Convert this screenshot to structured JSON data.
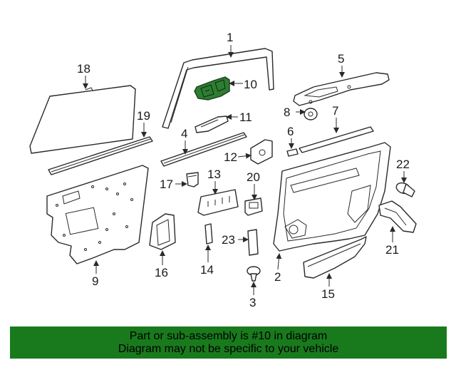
{
  "colors": {
    "highlight": "#2e7d32",
    "banner": "#197a1d",
    "line": "#2a2a2a"
  },
  "highlighted_part": "10",
  "callouts": {
    "c1": "1",
    "c2": "2",
    "c3": "3",
    "c4": "4",
    "c5": "5",
    "c6": "6",
    "c7": "7",
    "c8": "8",
    "c9": "9",
    "c10": "10",
    "c11": "11",
    "c12": "12",
    "c13": "13",
    "c14": "14",
    "c15": "15",
    "c16": "16",
    "c17": "17",
    "c18": "18",
    "c19": "19",
    "c20": "20",
    "c21": "21",
    "c22": "22",
    "c23": "23"
  },
  "banner": {
    "line1": "Part or sub-assembly is #10 in diagram",
    "line2": "Diagram may not be specific to your vehicle"
  }
}
